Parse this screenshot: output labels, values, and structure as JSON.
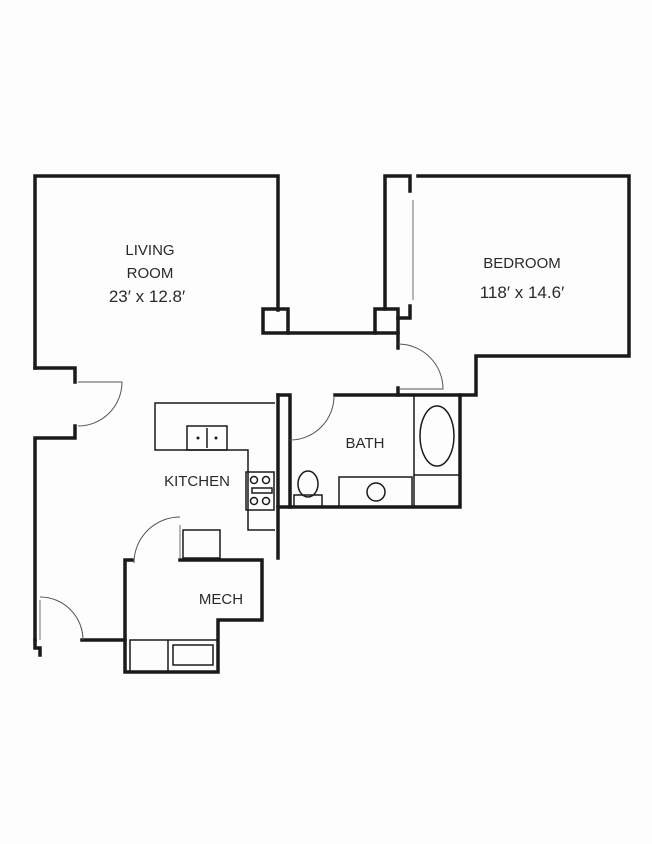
{
  "rooms": {
    "living": {
      "name_line1": "LIVING",
      "name_line2": "ROOM",
      "dimensions": "23′ x 12.8′"
    },
    "bedroom": {
      "name": "BEDROOM",
      "dimensions": "118′ x 14.6′"
    },
    "bath": {
      "name": "BATH"
    },
    "kitchen": {
      "name": "KITCHEN"
    },
    "mech": {
      "name": "MECH"
    }
  }
}
